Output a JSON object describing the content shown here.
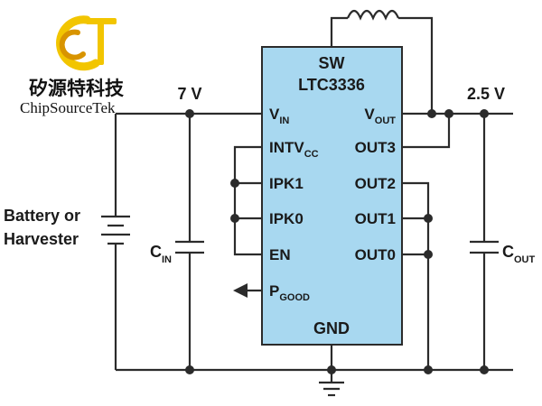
{
  "logo": {
    "cn_text": "矽源特科技",
    "en_text": "ChipSourceTek",
    "color_primary": "#f2c500",
    "color_secondary": "#d89400"
  },
  "chip": {
    "fill": "#a8d8f0",
    "sw_label": "SW",
    "part_number": "LTC3336",
    "pins_left": {
      "vin": {
        "main": "V",
        "sub": "IN"
      },
      "intvcc": {
        "main": "INTV",
        "sub": "CC"
      },
      "ipk1": "IPK1",
      "ipk0": "IPK0",
      "en": "EN",
      "pgood": {
        "main": "P",
        "sub": "GOOD"
      }
    },
    "pins_right": {
      "vout": {
        "main": "V",
        "sub": "OUT"
      },
      "out3": "OUT3",
      "out2": "OUT2",
      "out1": "OUT1",
      "out0": "OUT0"
    },
    "gnd": "GND"
  },
  "circuit": {
    "input_voltage": "7 V",
    "output_voltage": "2.5 V",
    "source_label_line1": "Battery or",
    "source_label_line2": "Harvester",
    "cin": {
      "main": "C",
      "sub": "IN"
    },
    "cout": {
      "main": "C",
      "sub": "OUT"
    }
  }
}
